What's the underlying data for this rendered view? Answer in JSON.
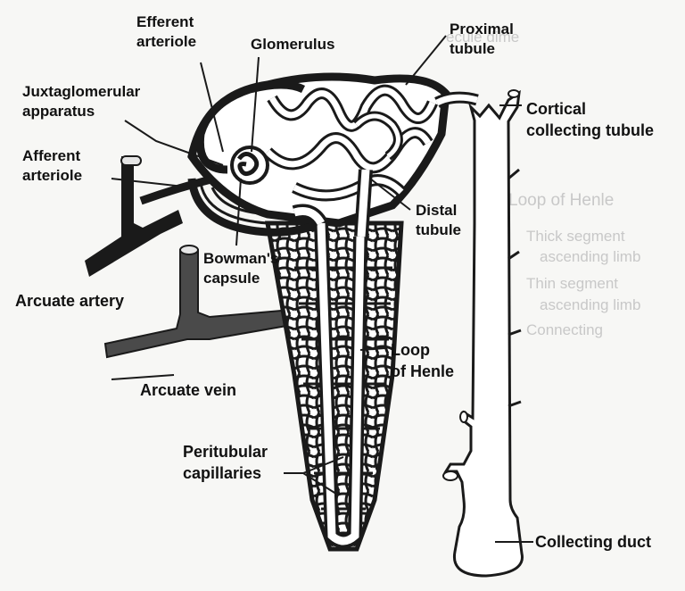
{
  "labels": {
    "efferent_arteriole": [
      "Efferent",
      "arteriole"
    ],
    "glomerulus": "Glomerulus",
    "proximal_tubule": [
      "Proximal",
      "tubule"
    ],
    "juxtaglomerular_apparatus": [
      "Juxtaglomerular",
      "apparatus"
    ],
    "afferent_arteriole": [
      "Afferent",
      "arteriole"
    ],
    "cortical_collecting_tubule": [
      "Cortical",
      "collecting tubule"
    ],
    "distal_tubule": [
      "Distal",
      "tubule"
    ],
    "bowmans_capsule": [
      "Bowman's",
      "capsule"
    ],
    "arcuate_artery": "Arcuate artery",
    "arcuate_vein": "Arcuate vein",
    "loop_of_henle": [
      "Loop",
      "of Henle"
    ],
    "peritubular_capillaries": [
      "Peritubular",
      "capillaries"
    ],
    "collecting_duct": "Collecting duct"
  },
  "bleed_through": {
    "line1": "ecule dime",
    "line2": "Loop of Henle",
    "line3": "Thick segment",
    "line4": "ascending limb",
    "line5": "Thin segment",
    "line6": "ascending limb",
    "line7": "Connecting"
  },
  "colors": {
    "ink": "#1a1a1a",
    "vessel": "#2a2a2a",
    "tubule_fill": "#ffffff",
    "background": "#f7f7f5",
    "ghost_text": "#c8c8c8"
  }
}
